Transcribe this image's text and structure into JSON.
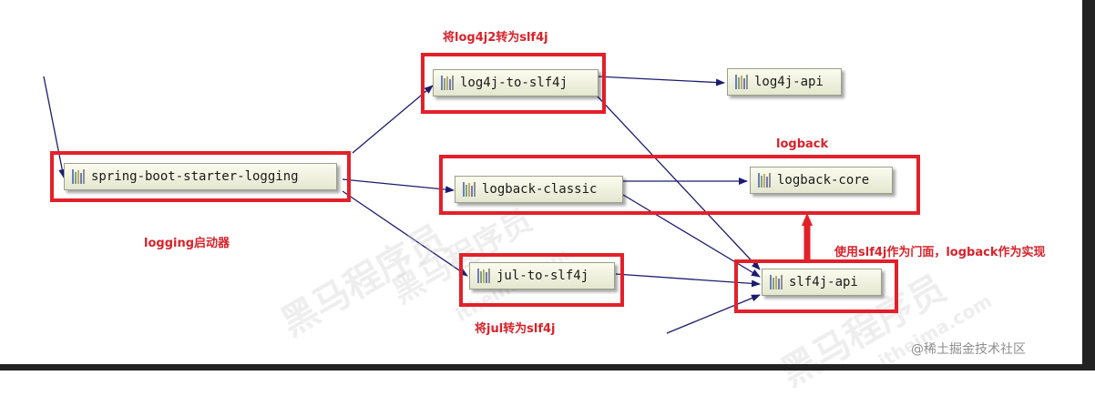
{
  "nodes": {
    "spring_boot_starter_logging": "spring-boot-starter-logging",
    "log4j_to_slf4j": "log4j-to-slf4j",
    "log4j_api": "log4j-api",
    "logback_classic": "logback-classic",
    "logback_core": "logback-core",
    "jul_to_slf4j": "jul-to-slf4j",
    "slf4j_api": "slf4j-api"
  },
  "labels": {
    "log4j2_bridge": "将log4j2转为slf4j",
    "logback": "logback",
    "starter": "logging启动器",
    "facade_impl": "使用slf4j作为门面，logback作为实现",
    "jul_bridge": "将jul转为slf4j"
  },
  "watermark": {
    "brand": "黑马程序员",
    "site": "itheima.com"
  },
  "footer": "@稀土掘金技术社区",
  "colors": {
    "highlight": "#e3202a",
    "label": "#d8222a",
    "edge": "#1c1c6e",
    "node_fill": "#eef0dc"
  }
}
